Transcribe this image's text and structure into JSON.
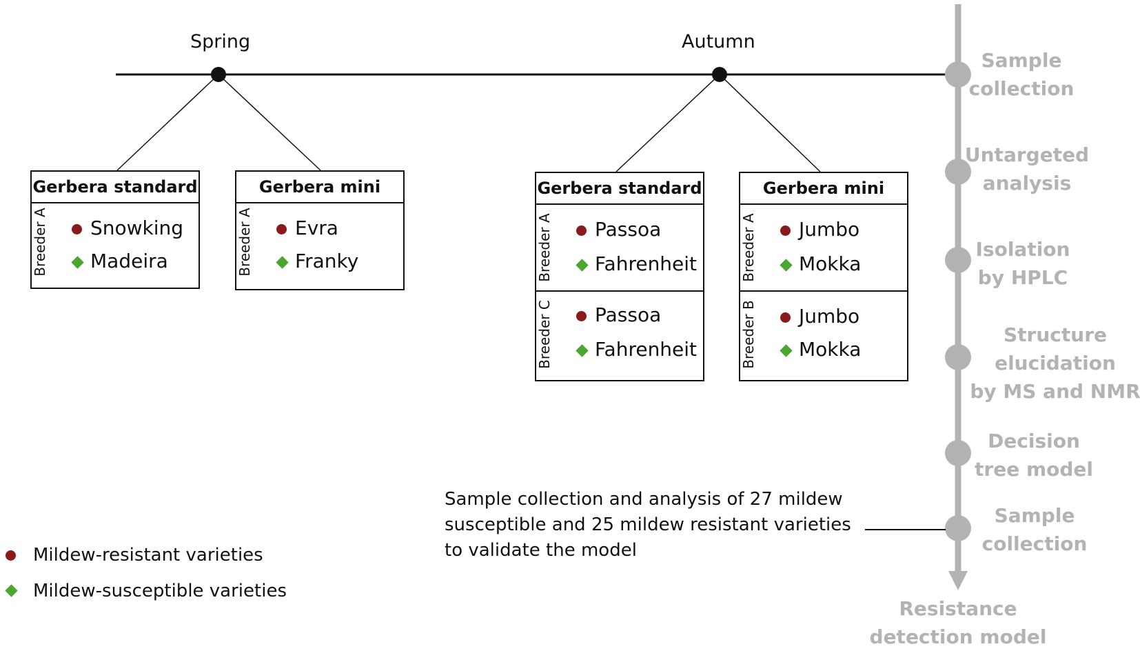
{
  "seasons": [
    {
      "label": "Spring"
    },
    {
      "label": "Autumn"
    }
  ],
  "boxes": [
    {
      "title": "Gerbera standard",
      "groups": [
        {
          "breeder": "Breeder A",
          "resistant": "Snowking",
          "susceptible": "Madeira"
        }
      ]
    },
    {
      "title": "Gerbera mini",
      "groups": [
        {
          "breeder": "Breeder A",
          "resistant": "Evra",
          "susceptible": "Franky"
        }
      ]
    },
    {
      "title": "Gerbera standard",
      "groups": [
        {
          "breeder": "Breeder A",
          "resistant": "Passoa",
          "susceptible": "Fahrenheit"
        },
        {
          "breeder": "Breeder C",
          "resistant": "Passoa",
          "susceptible": "Fahrenheit"
        }
      ]
    },
    {
      "title": "Gerbera mini",
      "groups": [
        {
          "breeder": "Breeder A",
          "resistant": "Jumbo",
          "susceptible": "Mokka"
        },
        {
          "breeder": "Breeder B",
          "resistant": "Jumbo",
          "susceptible": "Mokka"
        }
      ]
    }
  ],
  "workflow": {
    "steps": [
      {
        "lines": [
          "Sample",
          "collection"
        ]
      },
      {
        "lines": [
          "Untargeted",
          "analysis"
        ]
      },
      {
        "lines": [
          "Isolation",
          "by HPLC"
        ]
      },
      {
        "lines": [
          "Structure",
          "elucidation",
          "by MS and NMR"
        ]
      },
      {
        "lines": [
          "Decision",
          "tree model"
        ]
      },
      {
        "lines": [
          "Sample",
          "collection"
        ]
      }
    ],
    "result": {
      "lines": [
        "Resistance",
        "detection model"
      ]
    }
  },
  "validation_note": {
    "lines": [
      "Sample collection and analysis of 27 mildew",
      "susceptible and 25 mildew resistant varieties",
      "to validate the model"
    ]
  },
  "legend": {
    "resistant": "Mildew-resistant varieties",
    "susceptible": "Mildew-susceptible varieties"
  },
  "colors": {
    "resistant_marker": "#8b1a1a",
    "susceptible_marker": "#4aa62e",
    "workflow_gray": "#b3b3b3",
    "line": "#111111"
  }
}
